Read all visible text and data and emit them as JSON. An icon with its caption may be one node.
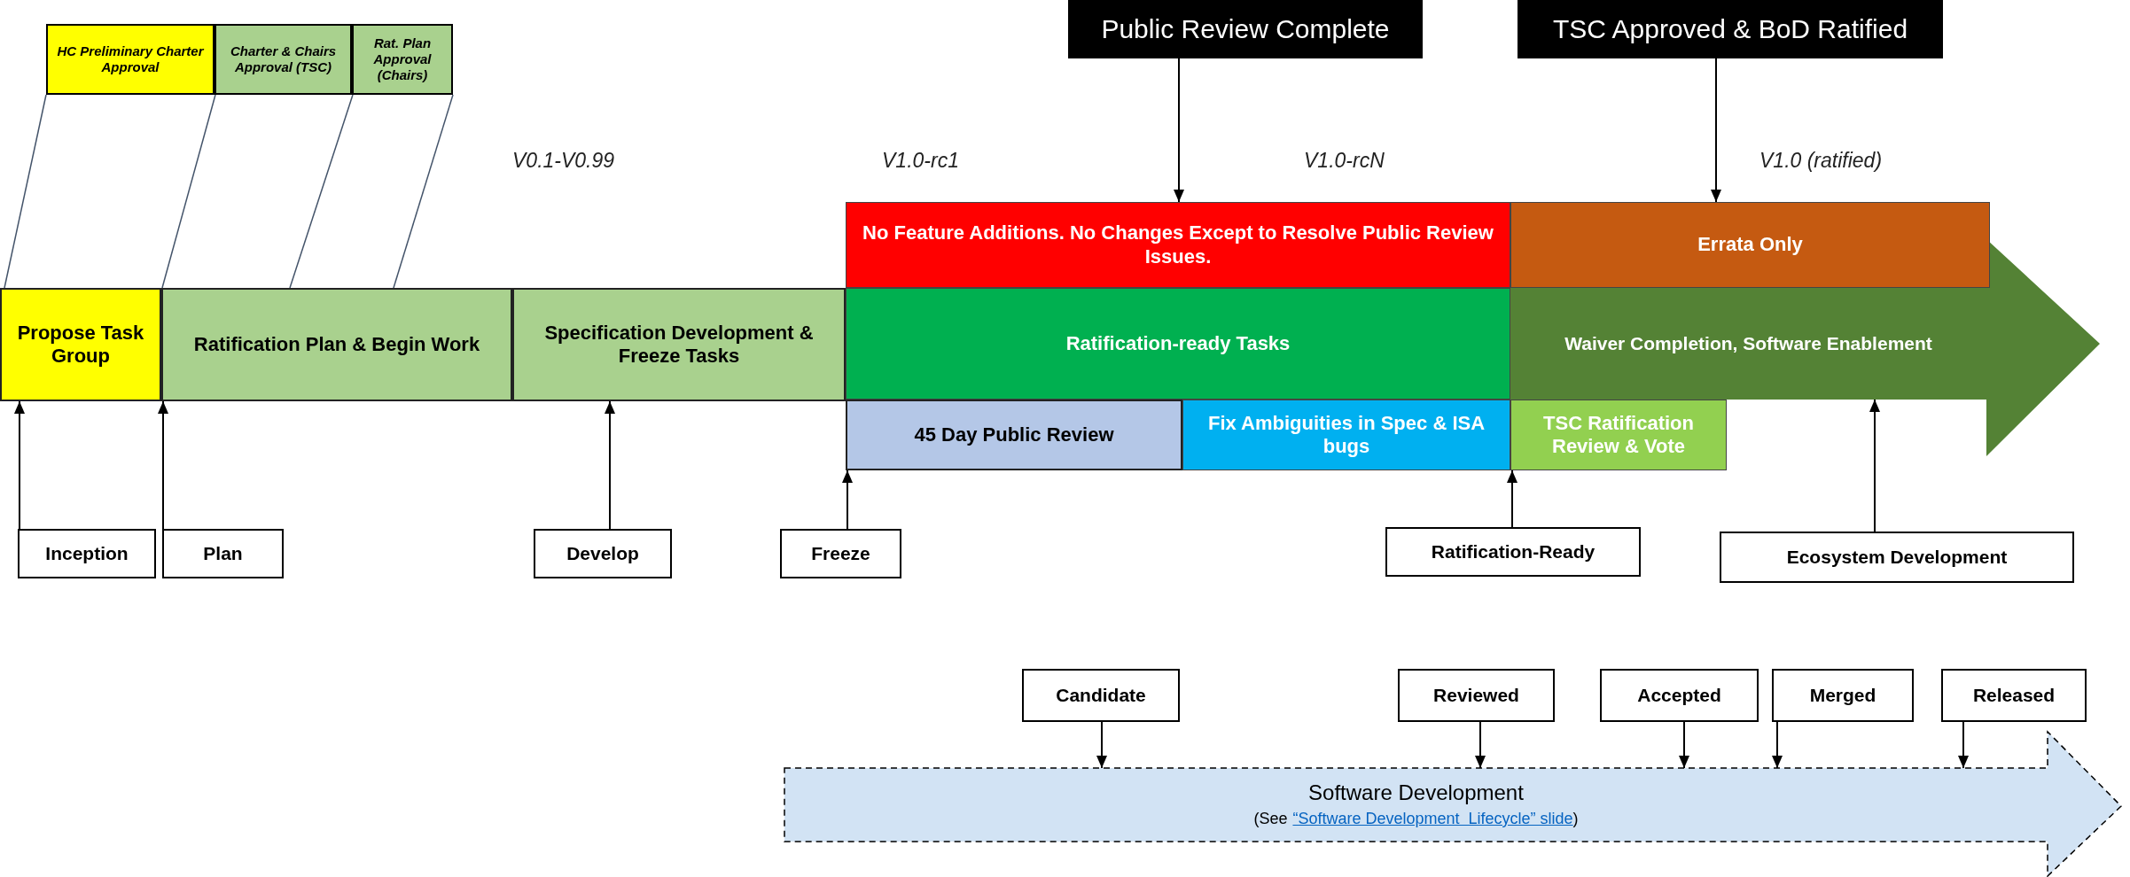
{
  "diagram": {
    "nodes": [
      {
        "text": [
          "HC Preliminary Charter Approval"
        ]
      },
      {
        "text": [
          "Charter & Chairs Approval (TSC)"
        ]
      },
      {
        "text": [
          "Rat.  Plan Approval (Chairs)"
        ]
      },
      {
        "text": [
          "Public Review Complete"
        ]
      },
      {
        "text": [
          "TSC Approved & BoD Ratified"
        ]
      },
      {
        "text": [
          "Propose Task Group"
        ]
      },
      {
        "text": [
          "Ratification Plan & Begin Work"
        ]
      },
      {
        "text": [
          "Specification Development & Freeze Tasks"
        ]
      },
      {
        "text": [
          "No Feature Additions. No Changes Except to Resolve Public Review Issues."
        ]
      },
      {
        "text": [
          "Ratification-ready Tasks"
        ]
      },
      {
        "text": [
          "Errata Only"
        ]
      },
      {
        "text": [
          "Waiver Completion, Software Enablement"
        ]
      },
      {
        "text": [
          "45 Day Public Review"
        ]
      },
      {
        "text": [
          "Fix Ambiguities in Spec & ISA bugs"
        ]
      },
      {
        "text": [
          "TSC Ratification Review & Vote"
        ]
      },
      {
        "text": [
          "Inception"
        ]
      },
      {
        "text": [
          "Plan"
        ]
      },
      {
        "text": [
          "Develop"
        ]
      },
      {
        "text": [
          "Freeze"
        ]
      },
      {
        "text": [
          "Ratification-Ready"
        ]
      },
      {
        "text": [
          "Ecosystem Development"
        ]
      },
      {
        "text": [
          "Candidate"
        ]
      },
      {
        "text": [
          "Reviewed"
        ]
      },
      {
        "text": [
          "Accepted"
        ]
      },
      {
        "text": [
          "Merged"
        ]
      },
      {
        "text": [
          "Released"
        ]
      },
      {
        "text": [
          "Software Development",
          "(See",
          "“Software Development  Lifecycle” slide",
          ")"
        ]
      }
    ],
    "edges": [
      {
        "from": 0,
        "to": 5,
        "arrow": "none",
        "color": "#44546a"
      },
      {
        "from": 1,
        "to": 6,
        "arrow": "none",
        "color": "#44546a"
      },
      {
        "from": 2,
        "to": 6,
        "arrow": "none",
        "color": "#44546a"
      },
      {
        "from": 2,
        "to": 6,
        "arrow": "none",
        "color": "#44546a"
      },
      {
        "from": 3,
        "to": 8,
        "arrow": "to"
      },
      {
        "from": 4,
        "to": 10,
        "arrow": "to"
      },
      {
        "from": 15,
        "to": 5,
        "arrow": "to"
      },
      {
        "from": 16,
        "to": 6,
        "arrow": "to"
      },
      {
        "from": 17,
        "to": 7,
        "arrow": "to"
      },
      {
        "from": 18,
        "to": 12,
        "arrow": "to"
      },
      {
        "from": 19,
        "to": 14,
        "arrow": "to"
      },
      {
        "from": 20,
        "to": 11,
        "arrow": "to"
      },
      {
        "from": 21,
        "to": 26,
        "arrow": "to"
      },
      {
        "from": 22,
        "to": 26,
        "arrow": "to"
      },
      {
        "from": 23,
        "to": 26,
        "arrow": "to"
      },
      {
        "from": 24,
        "to": 26,
        "arrow": "to"
      },
      {
        "from": 25,
        "to": 26,
        "arrow": "to"
      }
    ],
    "labels": [
      "V0.1-V0.99",
      "V1.0-rc1",
      "V1.0-rcN",
      "V1.0 (ratified)"
    ]
  }
}
